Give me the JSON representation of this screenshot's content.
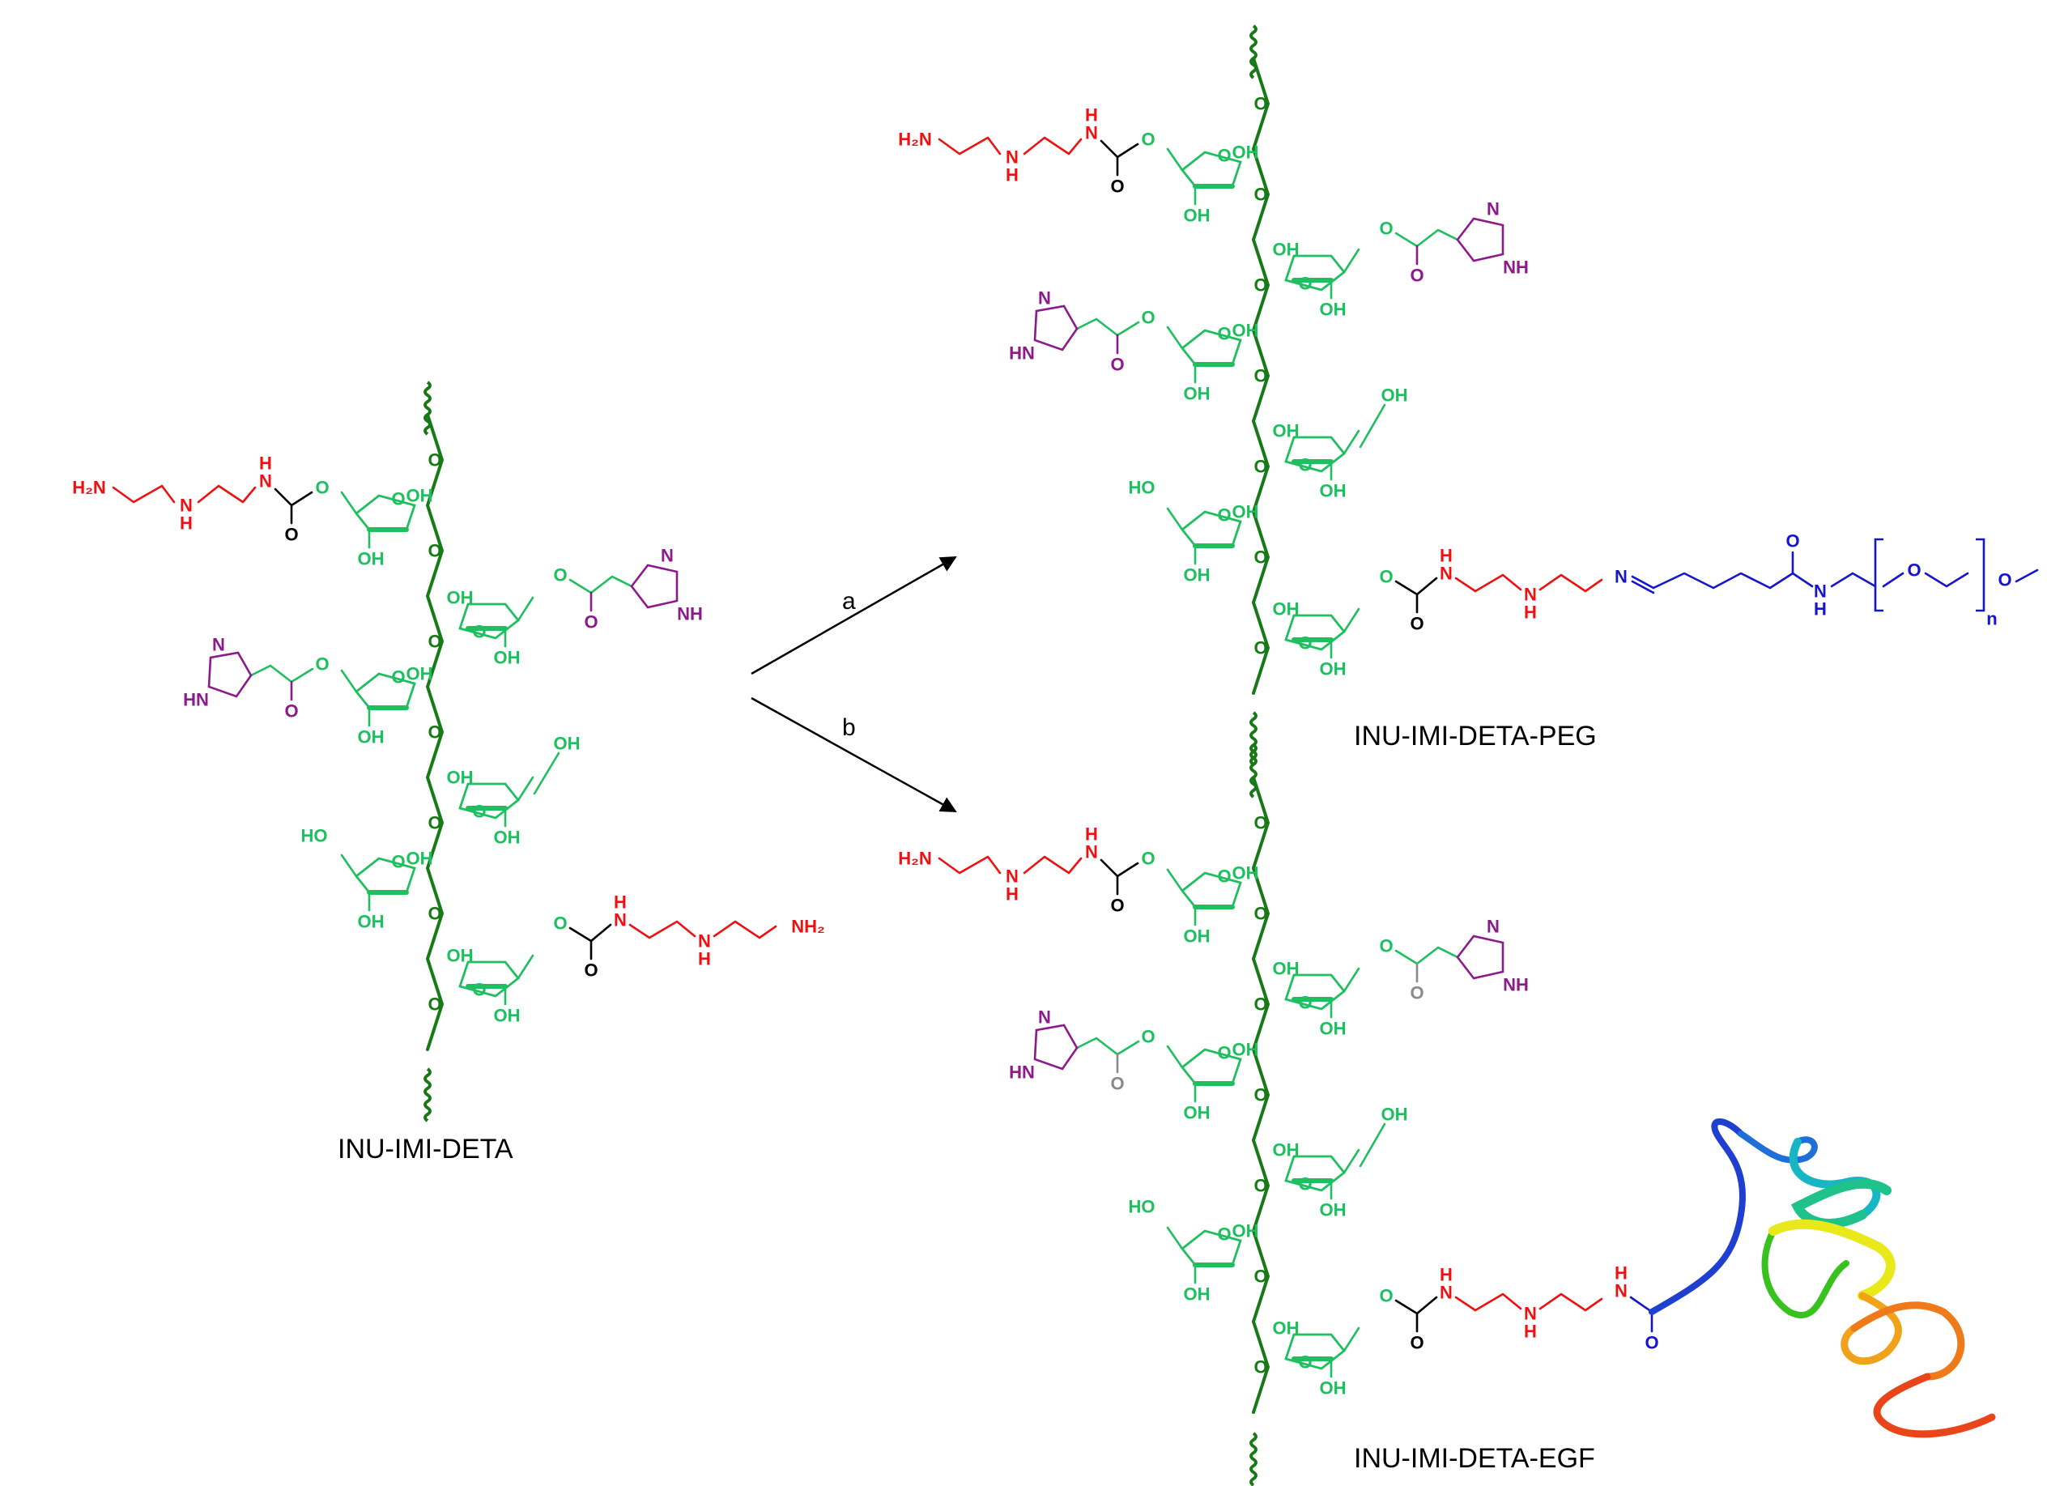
{
  "colors": {
    "sugar": "#1fbf5f",
    "backbone": "#177a17",
    "deta": "#ee1111",
    "carbamate": "#000000",
    "imidazole": "#8b1a8b",
    "peg": "#1515cc",
    "inactive": "#8a8a8a"
  },
  "atoms": {
    "h2n": "H₂N",
    "nh2": "NH₂",
    "h": "H",
    "n": "N",
    "o": "O",
    "oh": "OH",
    "ho": "HO",
    "nh": "NH",
    "hn": "HN"
  },
  "reaction": {
    "arrow_a": "a",
    "arrow_b": "b"
  },
  "peg_repeat": "n",
  "protein_icon": "egf-protein-ribbon-icon",
  "products": {
    "start": "INU-IMI-DETA",
    "peg": "INU-IMI-DETA-PEG",
    "egf": "INU-IMI-DETA-EGF"
  }
}
